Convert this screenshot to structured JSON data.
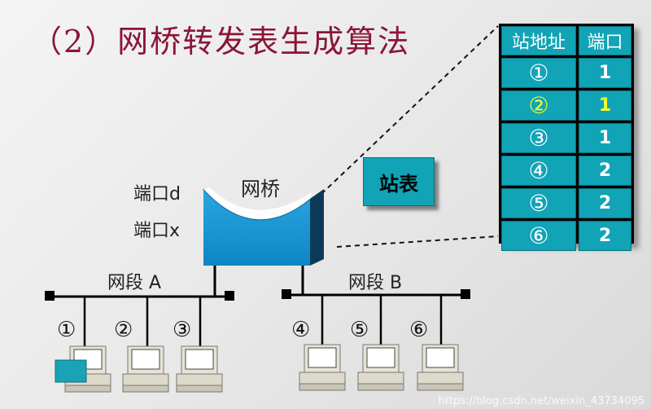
{
  "title": "（2）网桥转发表生成算法",
  "bridge": {
    "label": "网桥",
    "port_d": "端口d",
    "port_x": "端口x"
  },
  "station_button": "站表",
  "segments": {
    "a": "网段 A",
    "b": "网段 B"
  },
  "hosts": [
    "①",
    "②",
    "③",
    "④",
    "⑤",
    "⑥"
  ],
  "table": {
    "headers": [
      "站地址",
      "端口"
    ],
    "rows": [
      {
        "addr": "①",
        "port": "1"
      },
      {
        "addr": "②",
        "port": "1"
      },
      {
        "addr": "③",
        "port": "1"
      },
      {
        "addr": "④",
        "port": "2"
      },
      {
        "addr": "⑤",
        "port": "2"
      },
      {
        "addr": "⑥",
        "port": "2"
      }
    ]
  },
  "watermark": "https://blog.csdn.net/weixin_43734095",
  "colors": {
    "title": "#8b1538",
    "teal": "#11a3b6",
    "highlight": "#f5ff2a",
    "bridge": "#1696d3"
  }
}
